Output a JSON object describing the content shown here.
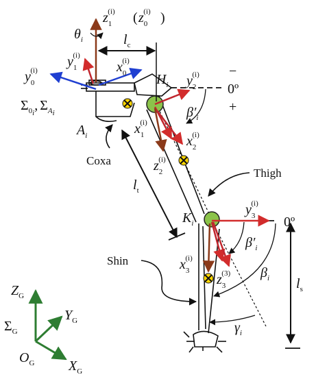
{
  "colors": {
    "z_axis": "#8b3a1a",
    "y_axis": "#c0262e",
    "x_axis": "#1f3fd1",
    "joint": "#8bc34a",
    "global": "#2e7d32",
    "arrow": "#d22c2c"
  },
  "labels": {
    "z1": "z",
    "z1_sub": "1",
    "z1_sup": "(i)",
    "z0": "z",
    "z0_sub": "0",
    "z0_sup": "(i)",
    "theta": "θ",
    "theta_sub": "i",
    "lc": "l",
    "lc_sub": "c",
    "y1": "y",
    "y1_sub": "1",
    "y1_sup": "(i)",
    "x0": "x",
    "x0_sub": "0",
    "x0_sup": "(i)",
    "y0": "y",
    "y0_sub": "0",
    "y0_sup": "(i)",
    "H": "H",
    "H_sub": "i",
    "y2": "y",
    "y2_sub": "2",
    "y2_sup": "(i)",
    "minus": "−",
    "plus": "+",
    "zero_deg_top": "0º",
    "sigma0": "Σ",
    "sigma0_sub": "0",
    "sigma0_subsub": "i",
    "comma": ",",
    "sigmaA": "Σ",
    "sigmaA_sub": "A",
    "sigmaA_subsub": "i",
    "beta_prime_top": "β′",
    "beta_prime_top_sub": "i",
    "A": "A",
    "A_sub": "i",
    "x1": "x",
    "x1_sub": "1",
    "x1_sup": "(i)",
    "x2": "x",
    "x2_sub": "2",
    "x2_sup": "(i)",
    "z2": "z",
    "z2_sub": "2",
    "z2_sup": "(i)",
    "coxa": "Coxa",
    "thigh": "Thigh",
    "lt": "l",
    "lt_sub": "t",
    "K": "K",
    "K_sub": "i",
    "y3": "y",
    "y3_sub": "3",
    "y3_sup": "(i)",
    "zero_deg_bottom": "0º",
    "beta_prime_bottom": "β′",
    "beta_prime_bottom_sub": "i",
    "shin": "Shin",
    "x3": "x",
    "x3_sub": "3",
    "x3_sup": "(i)",
    "z3": "z",
    "z3_sub": "3",
    "z3_sup": "(3)",
    "beta": "β",
    "beta_sub": "i",
    "ls": "l",
    "ls_sub": "s",
    "gamma": "γ",
    "gamma_sub": "i",
    "ZG": "Z",
    "ZG_sub": "G",
    "YG": "Y",
    "YG_sub": "G",
    "XG": "X",
    "XG_sub": "G",
    "OG": "O",
    "OG_sub": "G",
    "sigmaG": "Σ",
    "sigmaG_sub": "G"
  }
}
